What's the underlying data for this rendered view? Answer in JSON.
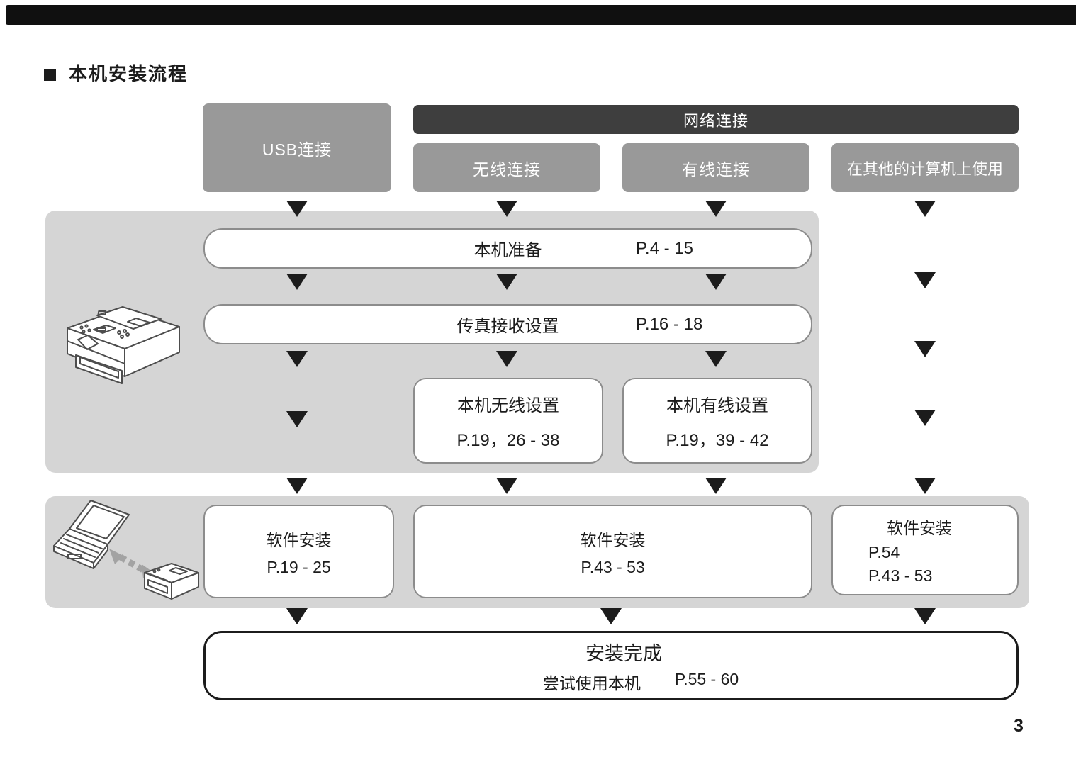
{
  "header": {
    "title": "本机安装流程"
  },
  "flow": {
    "connections": {
      "usb": "USB连接",
      "network": "网络连接",
      "wireless": "无线连接",
      "wired": "有线连接",
      "other_computer": "在其他的计算机上使用"
    },
    "steps": {
      "prepare": {
        "label": "本机准备",
        "pages": "P.4 - 15"
      },
      "fax_setup": {
        "label": "传真接收设置",
        "pages": "P.16 - 18"
      },
      "wireless_setup": {
        "label": "本机无线设置",
        "pages": "P.19，26 - 38"
      },
      "wired_setup": {
        "label": "本机有线设置",
        "pages": "P.19，39 - 42"
      },
      "software_usb": {
        "label": "软件安装",
        "pages": "P.19 - 25"
      },
      "software_network": {
        "label": "软件安装",
        "pages": "P.43 - 53"
      },
      "software_other": {
        "label": "软件安装",
        "pages1": "P.54",
        "pages2": "P.43 - 53"
      },
      "complete": {
        "label": "安装完成",
        "note": "尝试使用本机",
        "pages": "P.55 - 60"
      }
    }
  },
  "icons": {
    "printer": "multifunction-printer-illustration",
    "laptop_printer": "laptop-wireless-link-printer-illustration",
    "arrow": "down-triangle-flow-arrow"
  },
  "footer": {
    "page_number": "3"
  },
  "colors": {
    "connection_box": "#999999",
    "network_bar": "#3e3e3e",
    "panel": "#d5d5d5",
    "arrow": "#1c1c1c"
  }
}
